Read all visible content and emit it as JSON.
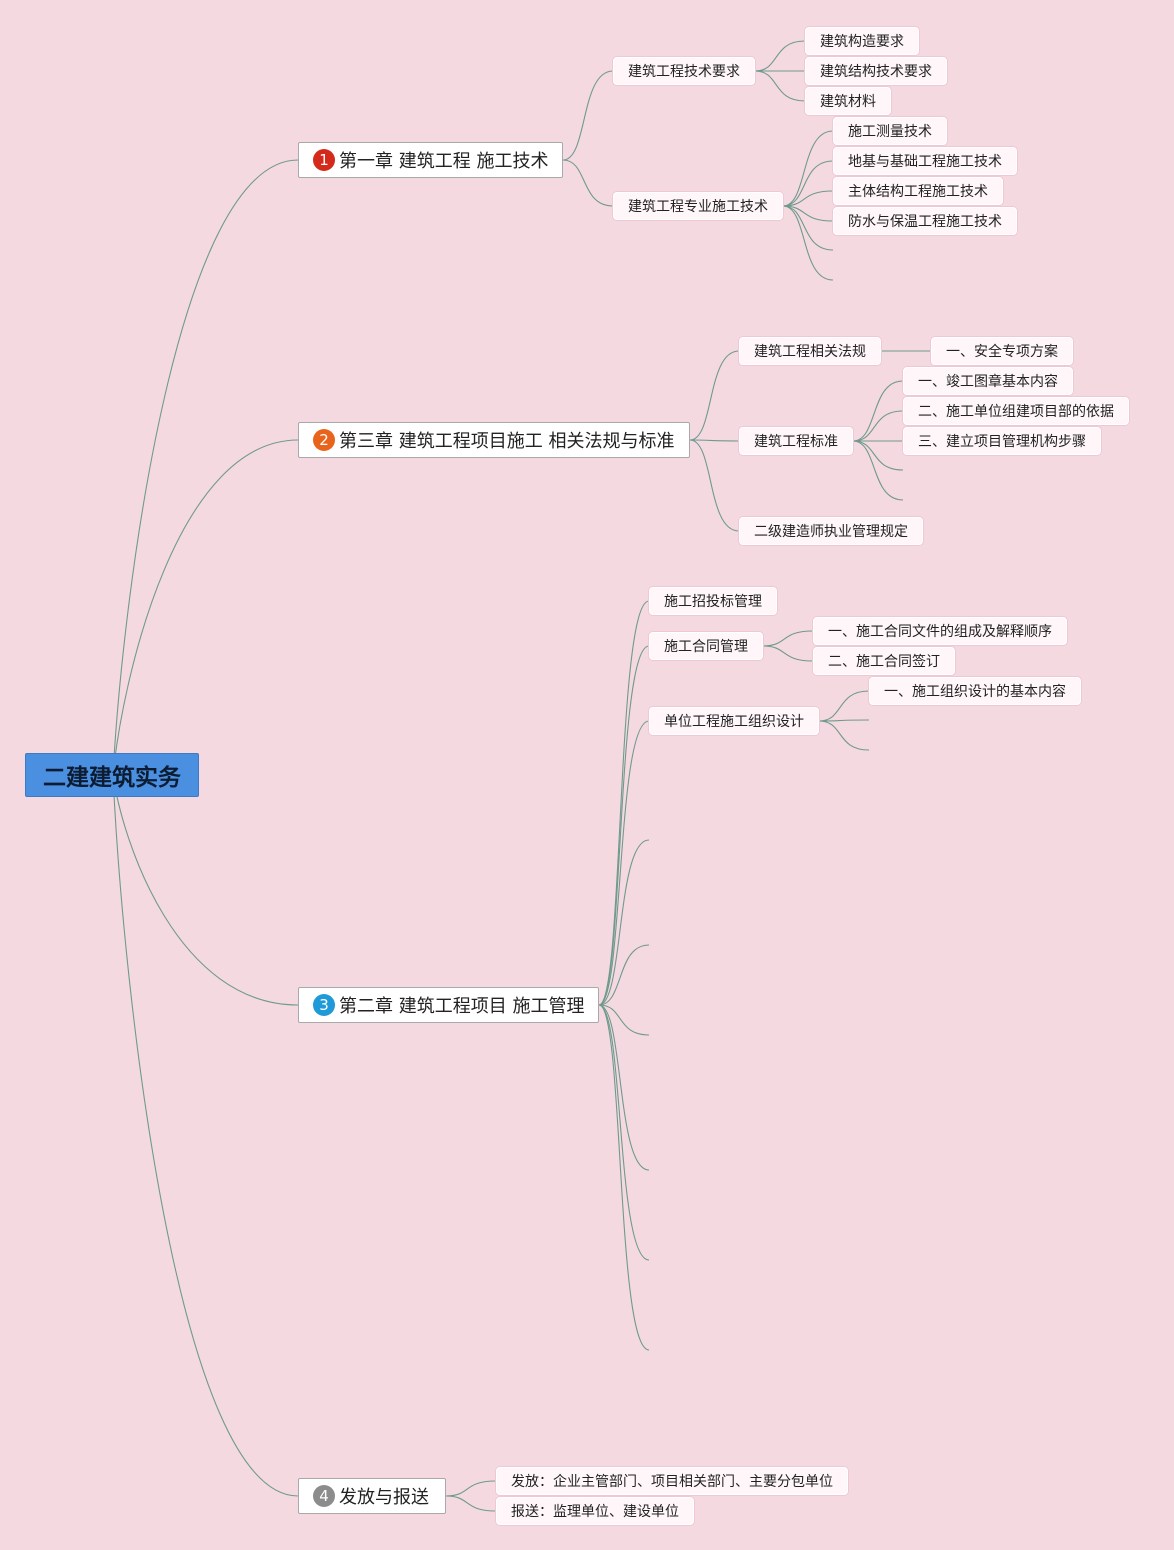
{
  "root": {
    "label": "二建建筑实务"
  },
  "chapters": [
    {
      "badge": "1",
      "badge_color": "#d42a1c",
      "label": "第一章 建筑工程 施工技术",
      "subs": [
        {
          "label": "建筑工程技术要求",
          "leaves": [
            "建筑构造要求",
            "建筑结构技术要求",
            "建筑材料"
          ]
        },
        {
          "label": "建筑工程专业施工技术",
          "leaves": [
            "施工测量技术",
            "地基与基础工程施工技术",
            "主体结构工程施工技术",
            "防水与保温工程施工技术"
          ]
        }
      ]
    },
    {
      "badge": "2",
      "badge_color": "#e8641c",
      "label": "第三章 建筑工程项目施工 相关法规与标准",
      "subs": [
        {
          "label": "建筑工程相关法规",
          "leaves": [
            "一、安全专项方案"
          ]
        },
        {
          "label": "建筑工程标准",
          "leaves": [
            "一、竣工图章基本内容",
            "二、施工单位组建项目部的依据",
            "三、建立项目管理机构步骤"
          ]
        },
        {
          "label": "二级建造师执业管理规定",
          "leaves": []
        }
      ]
    },
    {
      "badge": "3",
      "badge_color": "#1e9ad8",
      "label": "第二章 建筑工程项目 施工管理",
      "subs": [
        {
          "label": "施工招投标管理",
          "leaves": []
        },
        {
          "label": "施工合同管理",
          "leaves": [
            "一、施工合同文件的组成及解释顺序",
            "二、施工合同签订"
          ]
        },
        {
          "label": "单位工程施工组织设计",
          "leaves": [
            "一、施工组织设计的基本内容"
          ]
        }
      ]
    },
    {
      "badge": "4",
      "badge_color": "#8c8c8c",
      "label": "发放与报送",
      "subs": [
        {
          "label": "发放：企业主管部门、项目相关部门、主要分包单位",
          "leaves": []
        },
        {
          "label": "报送：监理单位、建设单位",
          "leaves": []
        }
      ]
    }
  ],
  "colors": {
    "background": "#f5d9e1",
    "root_fill": "#4b8fe0",
    "connector": "#6f9a8c"
  }
}
